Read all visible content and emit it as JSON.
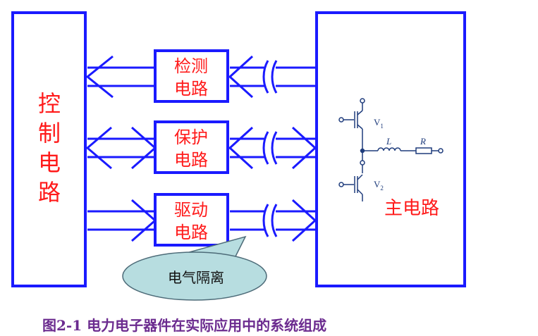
{
  "control_block": {
    "label": [
      "控",
      "制",
      "电",
      "路"
    ]
  },
  "main_block": {
    "label": "主电路"
  },
  "middle_blocks": [
    {
      "line1": "检测",
      "line2": "电路"
    },
    {
      "line1": "保护",
      "line2": "电路"
    },
    {
      "line1": "驱动",
      "line2": "电路"
    }
  ],
  "circuit": {
    "v1_label": "V",
    "v1_sub": "1",
    "v2_label": "V",
    "v2_sub": "2",
    "inductor_label": "L",
    "resistor_label": "R"
  },
  "isolation_bubble": {
    "label": "电气隔离"
  },
  "caption": {
    "prefix": "图2-1",
    "text": " 电力电子器件在实际应用中的系统组成"
  },
  "colors": {
    "line_blue": "#1a1aff",
    "text_red": "#ff1a1a",
    "bubble_fill": "#b7dde0",
    "caption_purple": "#6b2b8f",
    "circuit_blue": "#1f3c7c"
  }
}
